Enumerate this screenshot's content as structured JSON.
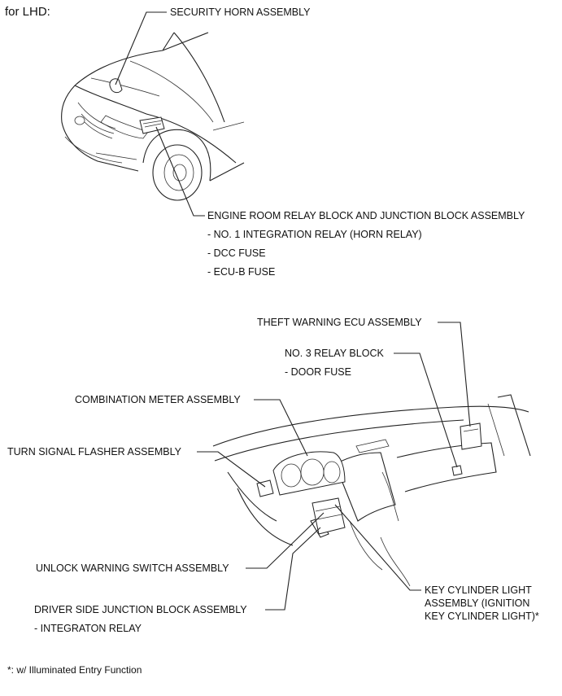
{
  "header": {
    "variant_label": "for LHD:"
  },
  "labels": {
    "security_horn": "SECURITY HORN ASSEMBLY",
    "engine_room_block": "ENGINE ROOM RELAY BLOCK AND JUNCTION BLOCK ASSEMBLY",
    "engine_room_items": [
      "- NO. 1 INTEGRATION RELAY (HORN RELAY)",
      "- DCC FUSE",
      "- ECU-B FUSE"
    ],
    "theft_warning_ecu": "THEFT WARNING ECU ASSEMBLY",
    "no3_relay_block": "NO. 3 RELAY BLOCK",
    "no3_relay_items": [
      "- DOOR FUSE"
    ],
    "combination_meter": "COMBINATION METER ASSEMBLY",
    "turn_signal_flasher": "TURN SIGNAL FLASHER ASSEMBLY",
    "unlock_warning_switch": "UNLOCK WARNING SWITCH ASSEMBLY",
    "driver_junction_block": "DRIVER SIDE JUNCTION BLOCK ASSEMBLY",
    "driver_junction_items": [
      "- INTEGRATON RELAY"
    ],
    "key_cylinder_light_lines": [
      "KEY CYLINDER LIGHT",
      "ASSEMBLY (IGNITION",
      "KEY CYLINDER LIGHT)*"
    ]
  },
  "footnote": "*: w/ Illuminated Entry Function"
}
